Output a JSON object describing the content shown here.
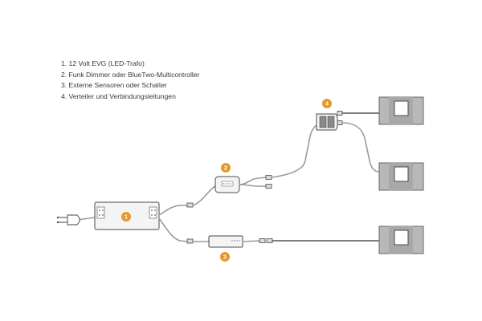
{
  "legend": {
    "items": [
      "1. 12 Volt EVG (LED-Trafo)",
      "2. Funk Dimmer oder BlueTwo-Multicontroller",
      "3. Externe Sensoren oder Schalter",
      "4. Verteiler und Verbindungsleitungen"
    ]
  },
  "badges": {
    "power_supply": "1",
    "dimmer": "2",
    "sensor": "3",
    "distributor": "4"
  },
  "colors": {
    "badge": "#e49a2a",
    "cable": "#9a9a9a",
    "device_outline": "#4a4a4a"
  }
}
